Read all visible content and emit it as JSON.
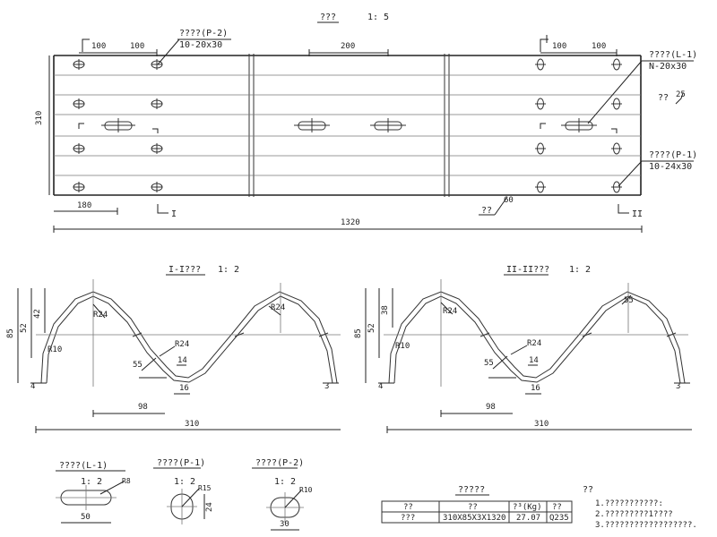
{
  "plan": {
    "title": "???",
    "scale": "1: 5",
    "dims": {
      "d100a": "100",
      "d100b": "100",
      "d200": "200",
      "d100c": "100",
      "d100d": "100",
      "height": "310",
      "d180": "180",
      "total": "1320",
      "angle_dim": "60",
      "angle25": "25"
    },
    "labels": {
      "p2": "????(P-2)",
      "p2_spec": "10-20x30",
      "l1": "????(L-1)",
      "l1_spec": "N-20x30",
      "p1": "????(P-1)",
      "p1_spec": "10-24x30",
      "note1": "??",
      "note2": "??"
    },
    "sections": {
      "sec1": "I",
      "sec2": "II"
    }
  },
  "section1": {
    "title": "I-I???",
    "scale": "1: 2",
    "dims": {
      "h85": "85",
      "h52": "52",
      "h42": "42",
      "r24a": "R24",
      "r10": "R10",
      "a4": "4",
      "r24b": "R24",
      "ang55": "55",
      "n14": "14",
      "n16": "16",
      "r24c": "R24",
      "w98": "98",
      "w310": "310",
      "n3": "3"
    }
  },
  "section2": {
    "title": "II-II???",
    "scale": "1: 2",
    "dims": {
      "h85": "85",
      "h52": "52",
      "h38": "38",
      "r24a": "R24",
      "r10": "R10",
      "a4": "4",
      "r24b": "R24",
      "ang55": "55",
      "n14": "14",
      "n16": "16",
      "r55": "55",
      "w98": "98",
      "w310": "310",
      "n3": "3"
    }
  },
  "details": {
    "l1": {
      "title": "????(L-1)",
      "scale": "1:  2",
      "r": "R8",
      "w": "50"
    },
    "p1": {
      "title": "????(P-1)",
      "scale": "1:  2",
      "r": "R15",
      "h": "24"
    },
    "p2": {
      "title": "????(P-2)",
      "scale": "1:  2",
      "r": "R10",
      "w": "30"
    }
  },
  "table": {
    "title": "?????",
    "headers": [
      "??",
      "??",
      "?³(Kg)",
      "??"
    ],
    "row": [
      "???",
      "310X85X3X1320",
      "27.07",
      "Q235"
    ]
  },
  "notes": {
    "title": "??",
    "lines": [
      "1.???????????:",
      "2.?????????1????",
      "3.??????????????????."
    ]
  }
}
